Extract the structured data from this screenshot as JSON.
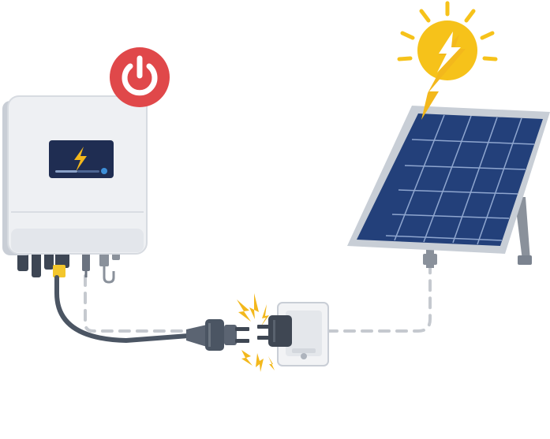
{
  "scene": {
    "description_free": true,
    "colors": {
      "background": "#ffffff",
      "inverter_body": "#eef0f3",
      "inverter_side": "#c9ced6",
      "display": "#1f2d52",
      "bolt": "#f3b81c",
      "power_badge": "#e0484a",
      "panel_cell": "#23407a",
      "panel_frame": "#c8ced6",
      "cable": "#4b5563",
      "dashed_line": "#c5c9cf",
      "spark": "#f3b81c",
      "sun": "#f6c21a"
    },
    "icons": {
      "power_badge": "power-icon",
      "inverter_display_symbol": "lightning-bolt-icon",
      "sun_symbol": "lightning-bolt-icon"
    },
    "elements": [
      "inverter",
      "power-off-badge",
      "solar-panel",
      "sun",
      "unplugged-plug",
      "wall-socket",
      "spark-burst"
    ]
  }
}
